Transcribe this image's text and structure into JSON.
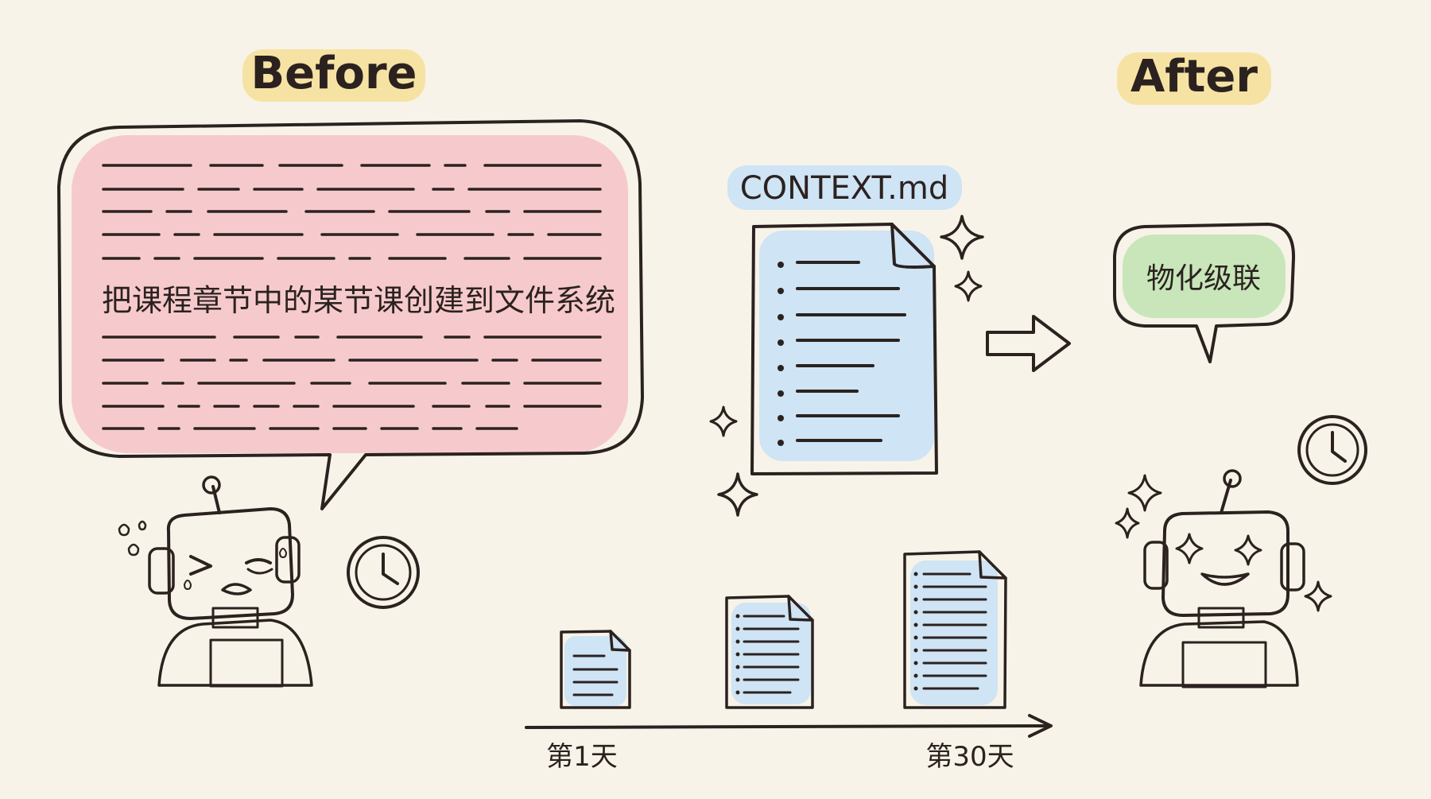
{
  "labels": {
    "before": "Before",
    "after": "After",
    "context_file": "CONTEXT.md"
  },
  "before_bubble": {
    "text": "把课程章节中的某节课创建到文件系统"
  },
  "after_bubble": {
    "text": "物化级联"
  },
  "timeline": {
    "start": "第1天",
    "end": "第30天"
  },
  "colors": {
    "background": "#f8f3e8",
    "ink": "#2b2220",
    "label_highlight": "#f6e3a4",
    "before_bubble_fill": "#f5c5c9",
    "after_bubble_fill": "#c8e6b9",
    "document_fill": "#cfe4f4",
    "sparkle_fill": "#f6e3a4",
    "clock_green": "#9cc9a4",
    "clock_pink": "#d89a9a",
    "robot_gray": "#c9c5c0",
    "robot_ear": "#f0b98b"
  },
  "icons": {
    "clock_before": "clock-icon",
    "clock_after": "clock-icon",
    "sparkle": "sparkle-icon",
    "arrow": "arrow-right-icon",
    "sad_robot": "sad-robot-icon",
    "happy_robot": "happy-robot-icon",
    "document": "document-icon"
  }
}
